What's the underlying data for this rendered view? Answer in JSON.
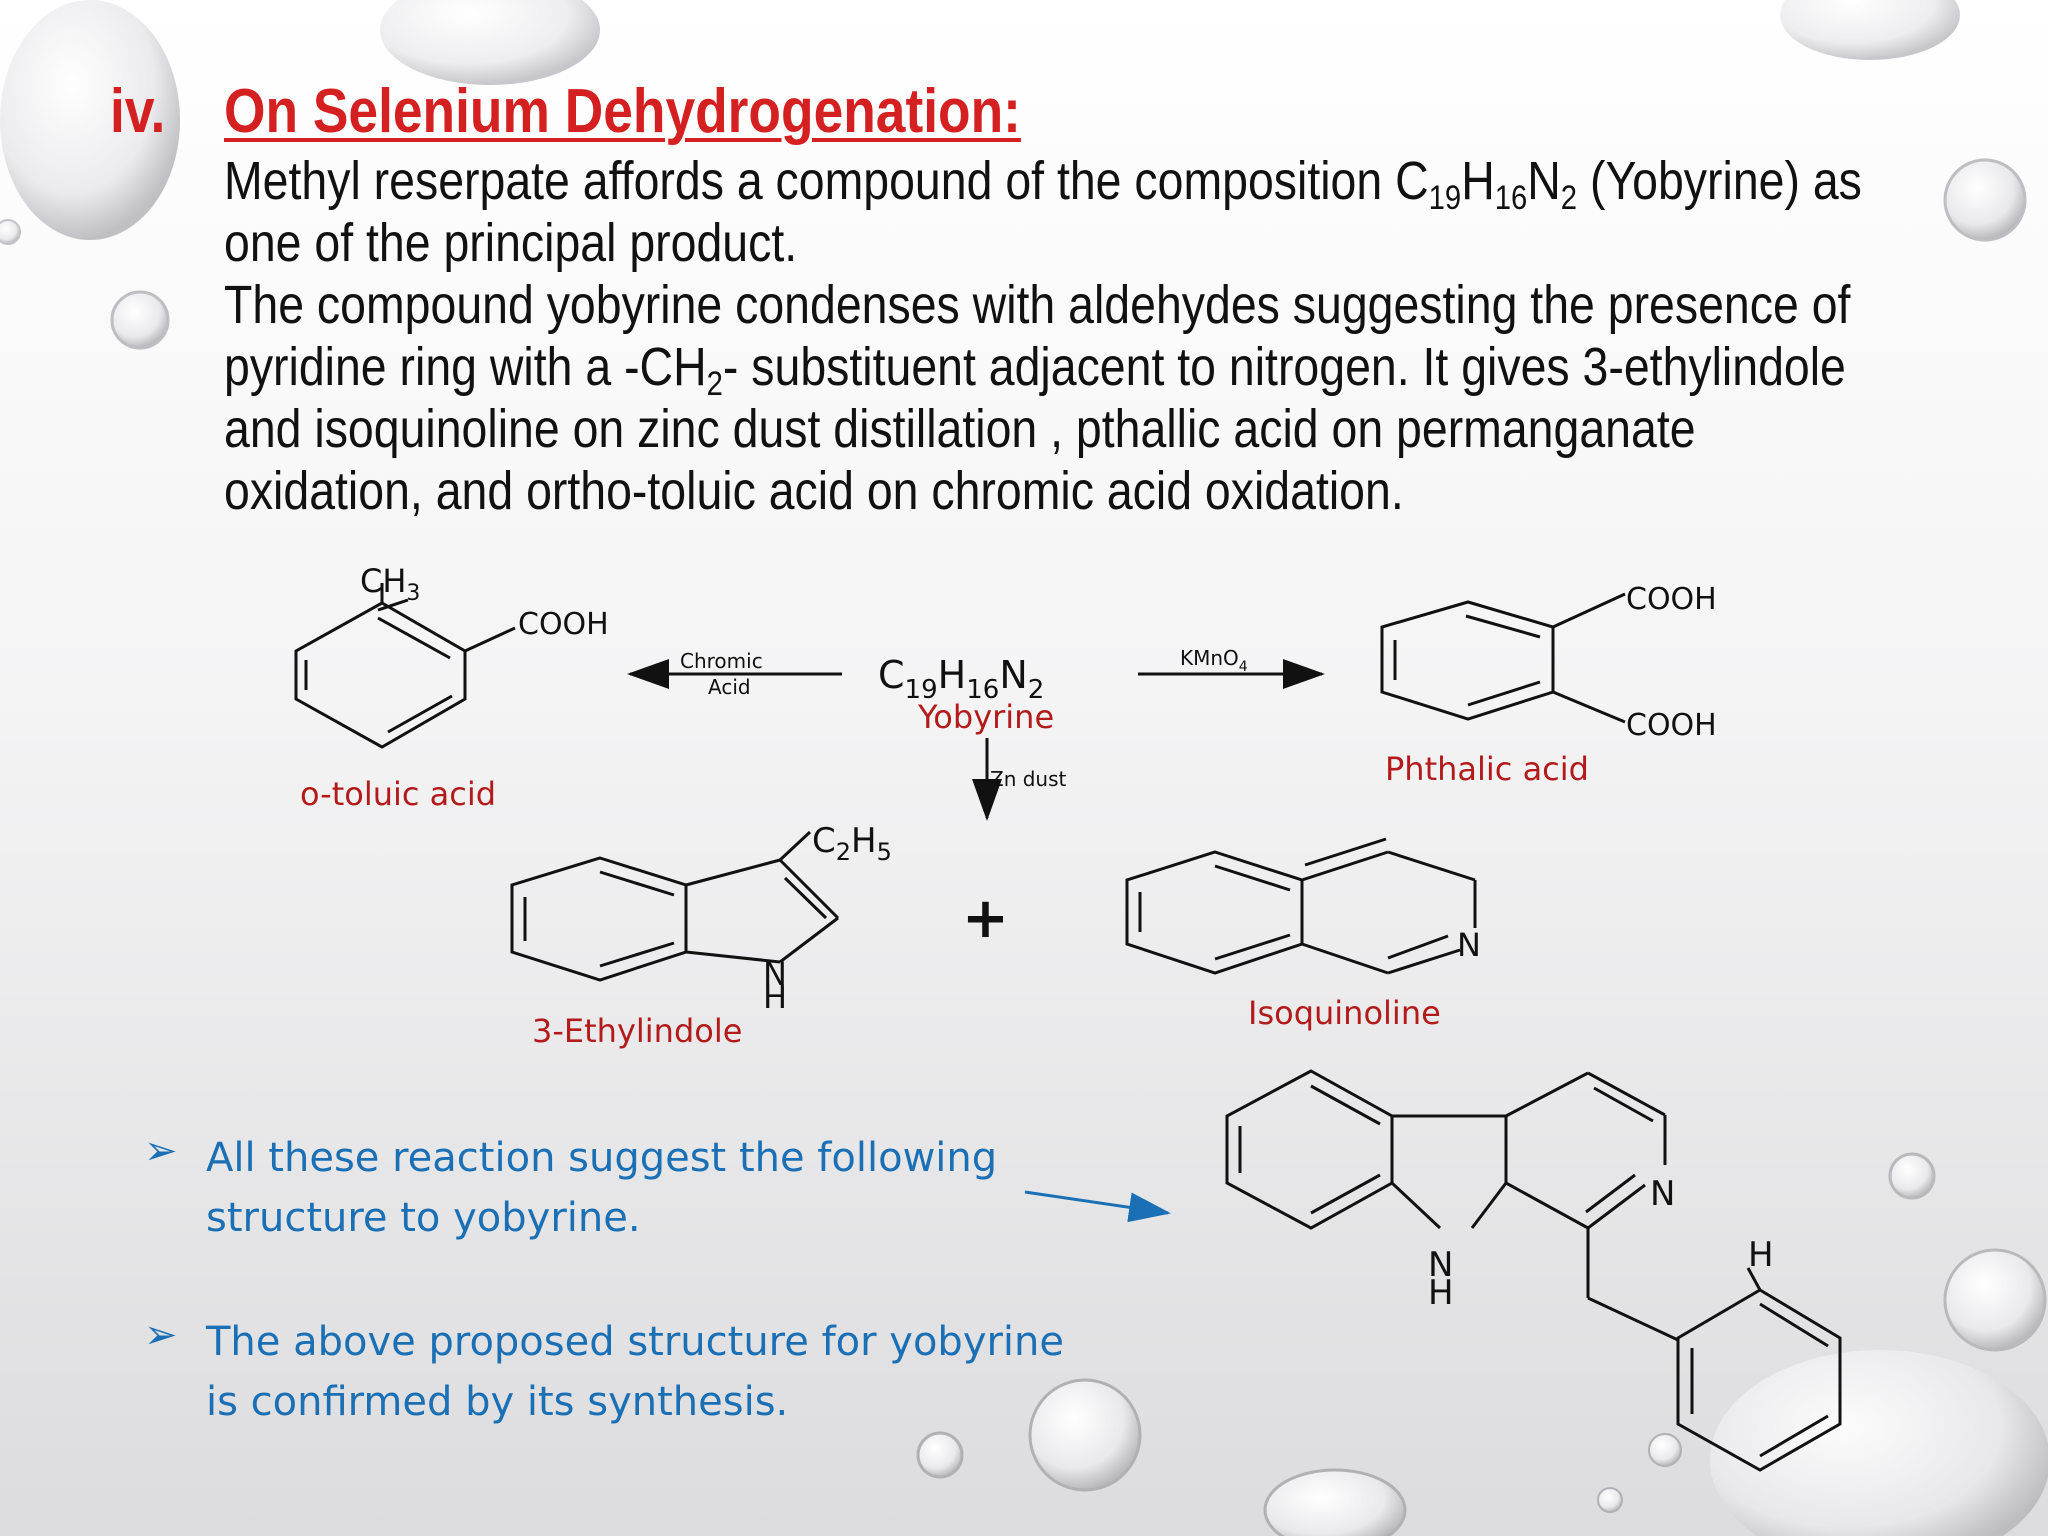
{
  "heading": {
    "number": "iv.",
    "title": "On Selenium Dehydrogenation:"
  },
  "paragraphs": {
    "p1_line1_pre": "Methyl reserpate affords a compound of the composition C",
    "p1_sub_19": "19",
    "p1_H": "H",
    "p1_sub_16": "16",
    "p1_N": "N",
    "p1_sub_2": "2",
    "p1_line1_post": " (Yobyrine) as",
    "p1_line2": "one of the principal product.",
    "p2_line1": "The compound yobyrine condenses with aldehydes suggesting the presence of",
    "p2_line2_pre": "pyridine ring with a -CH",
    "p2_line2_sub": "2",
    "p2_line2_post": "- substituent adjacent to nitrogen. It gives 3-ethylindole",
    "p2_line3": "and isoquinoline on zinc dust distillation , pthallic acid on permanganate",
    "p2_line4": "oxidation, and ortho-toluic acid on chromic acid oxidation."
  },
  "scheme": {
    "center_formula": {
      "C": "C",
      "c_sub": "19",
      "H": "H",
      "h_sub": "16",
      "N": "N",
      "n_sub": "2"
    },
    "center_name": "Yobyrine",
    "left_reagent_line1": "Chromic",
    "left_reagent_line2": "Acid",
    "right_reagent": "KMnO",
    "right_reagent_sub": "4",
    "down_reagent": "Zn dust",
    "toluic": {
      "ch3": "CH",
      "ch3_sub": "3",
      "cooh": "COOH",
      "name": "o-toluic acid"
    },
    "phthalic": {
      "cooh_top": "COOH",
      "cooh_bottom": "COOH",
      "name": "Phthalic acid"
    },
    "ethylindole": {
      "c2h5_C": "C",
      "c2h5_sub2": "2",
      "c2h5_H": "H",
      "c2h5_sub5": "5",
      "nh_N": "N",
      "nh_H": "H",
      "name": "3-Ethylindole"
    },
    "plus": "+",
    "isoquinoline": {
      "n": "N",
      "name": "Isoquinoline"
    },
    "yobyrine_structure": {
      "ring_n": "N",
      "nh_N": "N",
      "nh_H": "H",
      "h_label": "H"
    }
  },
  "bullets": [
    {
      "line1": "All these reaction suggest the following",
      "line2": "structure to yobyrine."
    },
    {
      "line1": "The above proposed structure for yobyrine",
      "line2": "is confirmed by its synthesis."
    }
  ],
  "bullet_marker": "➢",
  "colors": {
    "heading": "#d42020",
    "compound_name": "#b31b1b",
    "bullet": "#1a6fb5",
    "body": "#111111"
  }
}
